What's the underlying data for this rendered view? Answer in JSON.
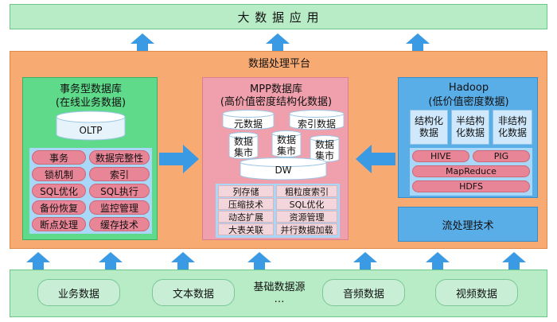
{
  "top": {
    "title": "大 数 据 应 用"
  },
  "platform": {
    "title": "数据处理平台"
  },
  "tx_db": {
    "title_line1": "事务型数据库",
    "title_line2": "(在线业务数据)",
    "cylinder": "OLTP",
    "features": [
      [
        "事务",
        "数据完整性"
      ],
      [
        "锁机制",
        "索引"
      ],
      [
        "SQL优化",
        "SQL执行"
      ],
      [
        "备份恢复",
        "监控管理"
      ],
      [
        "断点处理",
        "缓存技术"
      ]
    ]
  },
  "mpp_db": {
    "title_line1": "MPP数据库",
    "title_line2": "(高价值密度结构化数据)",
    "meta": "元数据",
    "index": "索引数据",
    "mart": "数据\n集市",
    "dw": "DW",
    "features": [
      [
        "列存储",
        "粗粒度索引"
      ],
      [
        "压缩技术",
        "SQL优化"
      ],
      [
        "动态扩展",
        "资源管理"
      ],
      [
        "大表关联",
        "并行数据加载"
      ]
    ]
  },
  "hadoop": {
    "title_line1": "Hadoop",
    "title_line2": "(低价值密度数据)",
    "types": [
      "结构化\n数据",
      "半结构\n化数据",
      "非结构\n化数据"
    ],
    "hive": "HIVE",
    "pig": "PIG",
    "mapreduce": "MapReduce",
    "hdfs": "HDFS"
  },
  "stream": {
    "label": "流处理技术"
  },
  "sources": {
    "title": "基础数据源",
    "ellipsis": "…",
    "items": [
      "业务数据",
      "文本数据",
      "音频数据",
      "视频数据"
    ]
  },
  "colors": {
    "arrow": "#3a9ae4",
    "platform": "#f7aa72",
    "tx_box": "#5fd98a",
    "mpp_box": "#f0a0ac",
    "hadoop_box": "#5aaee8",
    "pill": "#e88596",
    "band": "#b8ecc6"
  }
}
